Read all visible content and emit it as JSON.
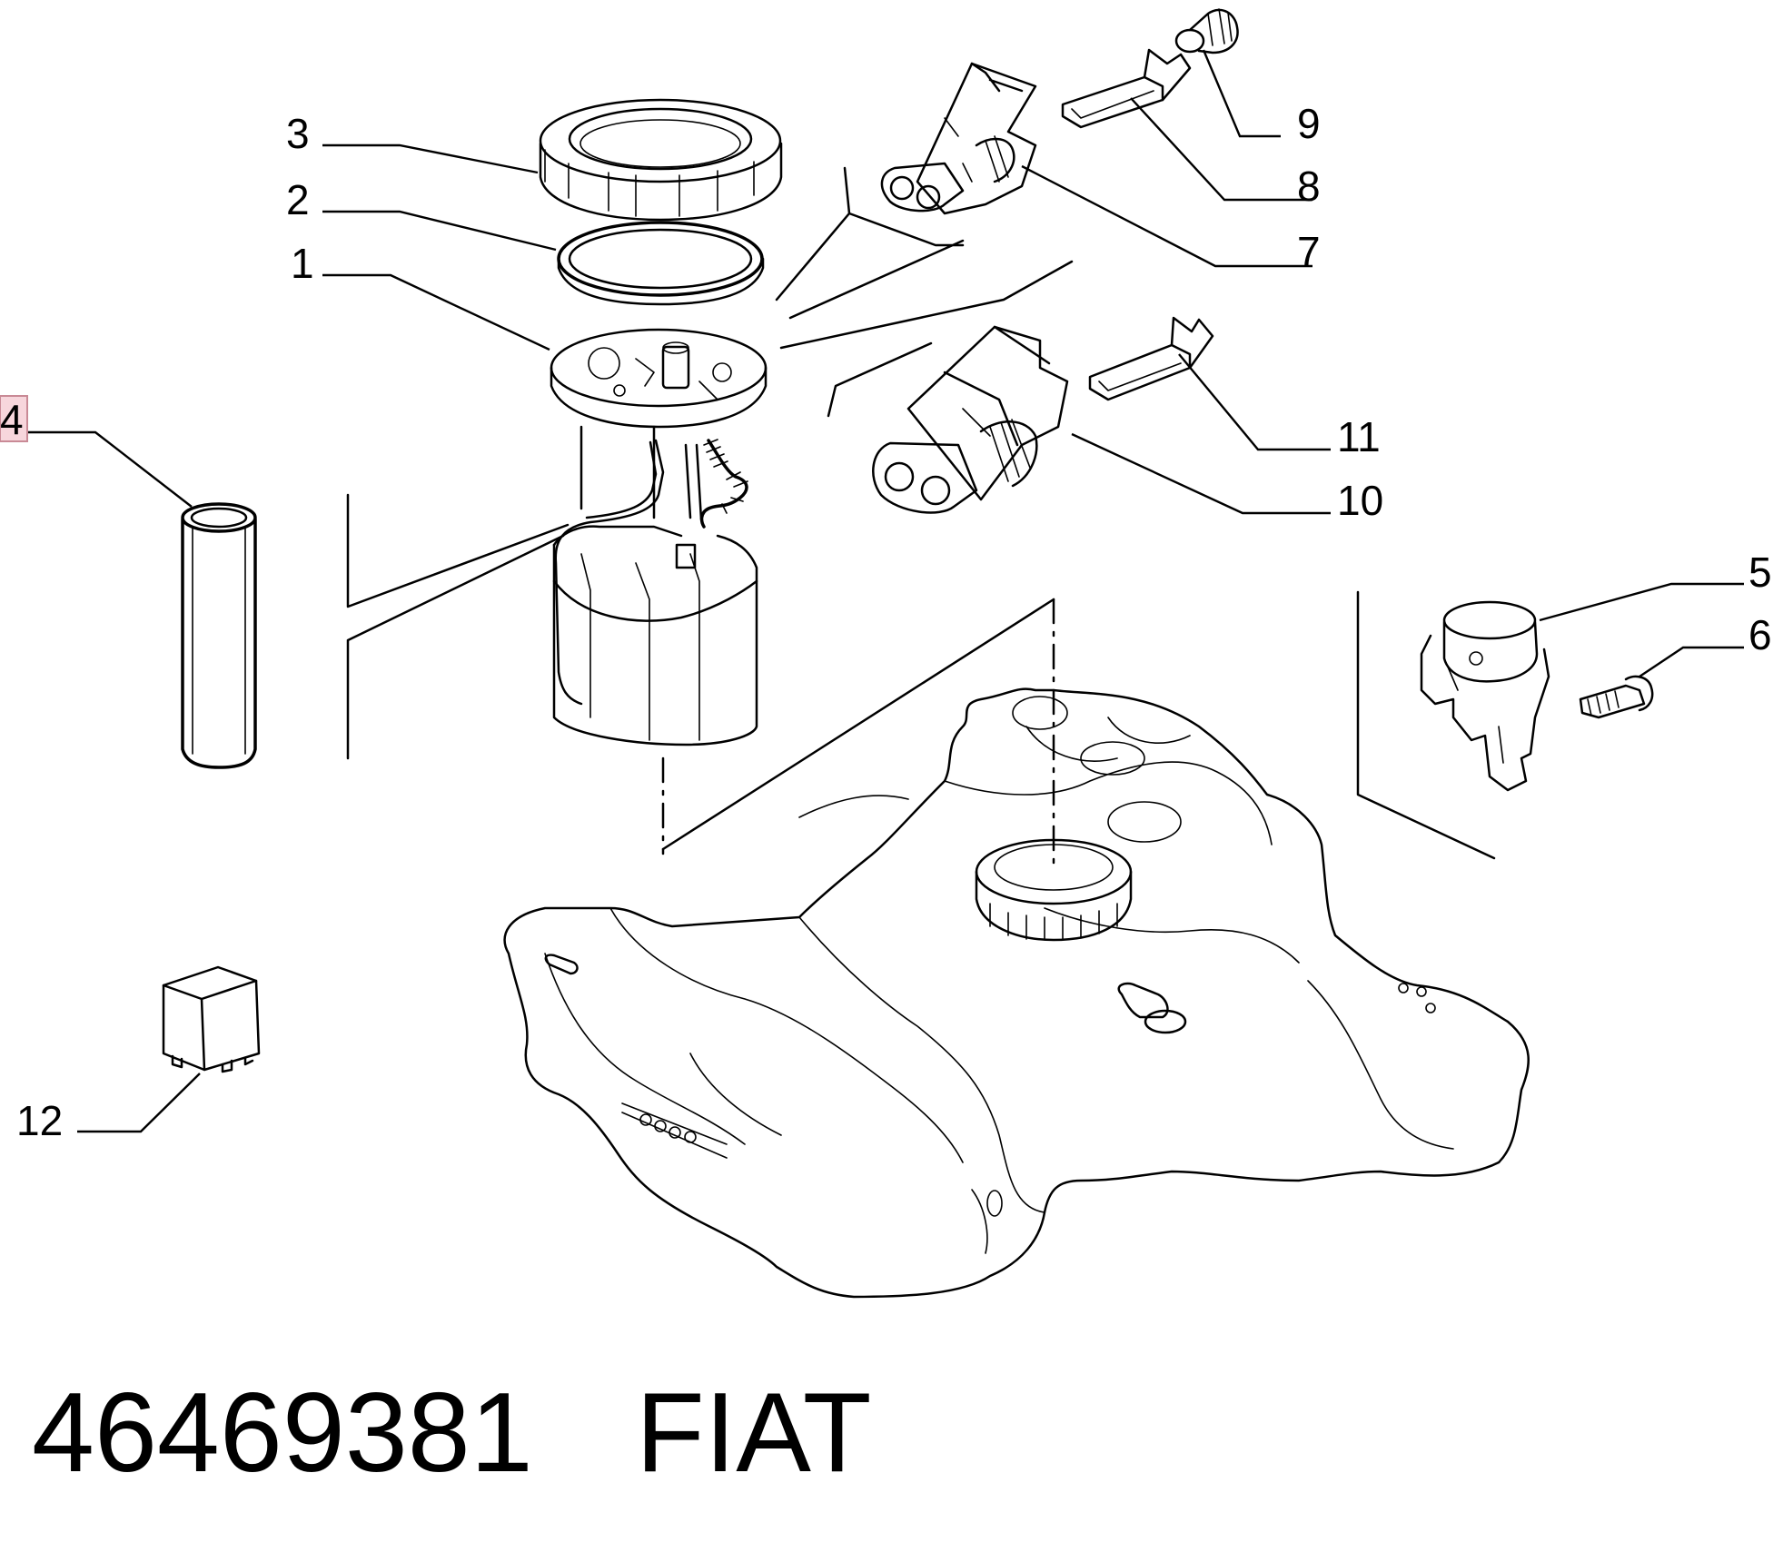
{
  "callouts": {
    "c1": "1",
    "c2": "2",
    "c3": "3",
    "c4": "4",
    "c5": "5",
    "c6": "6",
    "c7": "7",
    "c8": "8",
    "c9": "9",
    "c10": "10",
    "c11": "11",
    "c12": "12"
  },
  "highlighted_callout": "4",
  "footer": {
    "part_number": "46469381",
    "brand": "FIAT"
  },
  "icons": {
    "lock_ring": "lock-ring-icon",
    "seal_ring": "seal-ring-icon",
    "fuel_pump_module": "fuel-pump-module-icon",
    "sleeve_tube": "sleeve-tube-icon",
    "pressure_sensor": "pressure-sensor-icon",
    "screw": "screw-icon",
    "connector_small": "connector-icon",
    "terminal": "terminal-icon",
    "plug": "plug-icon",
    "connector_large": "connector-icon",
    "relay": "relay-icon",
    "fuel_tank": "fuel-tank-icon"
  }
}
